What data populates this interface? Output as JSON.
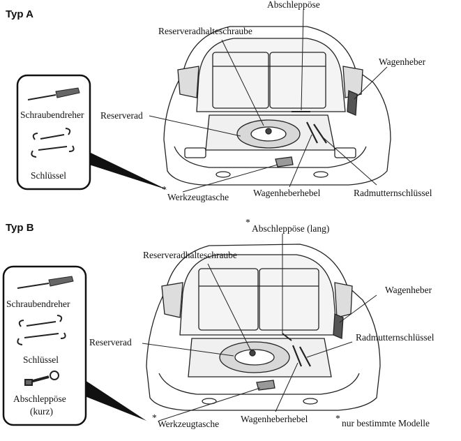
{
  "section_a": {
    "title": "Typ A",
    "tool_box": {
      "screwdriver": "Schraubendreher",
      "wrench": "Schlüssel"
    },
    "labels": {
      "towing_eye": "Abschleppöse",
      "spare_bolt": "Reserveradhalteschraube",
      "jack": "Wagenheber",
      "spare_tire": "Reserverad",
      "jack_lever": "Wagenheberhebel",
      "lug_wrench": "Radmutternschlüssel",
      "tool_bag": "Werkzeugtasche"
    }
  },
  "section_b": {
    "title": "Typ B",
    "tool_box": {
      "screwdriver": "Schraubendreher",
      "wrench": "Schlüssel",
      "towing_eye_short_1": "Abschleppöse",
      "towing_eye_short_2": "(kurz)"
    },
    "labels": {
      "towing_eye_long": "Abschleppöse (lang)",
      "spare_bolt": "Reserveradhalteschraube",
      "jack": "Wagenheber",
      "lug_wrench": "Radmutternschlüssel",
      "spare_tire": "Reserverad",
      "tool_bag": "Werkzeugtasche",
      "jack_lever": "Wagenheberhebel"
    }
  },
  "footnote": {
    "marker": "*",
    "text": "nur bestimmte Modelle"
  },
  "asterisk": "*"
}
